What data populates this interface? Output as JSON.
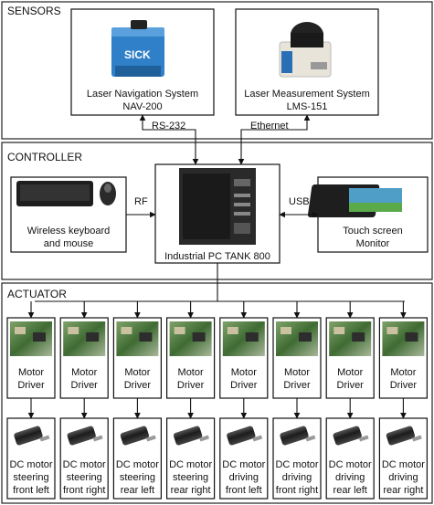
{
  "sections": {
    "sensors": "SENSORS",
    "controller": "CONTROLLER",
    "actuator": "ACTUATOR"
  },
  "sensors": {
    "nav": {
      "line1": "Laser Navigation System",
      "line2": "NAV-200",
      "brand": "SICK"
    },
    "lms": {
      "line1": "Laser Measurement System",
      "line2": "LMS-151"
    }
  },
  "links": {
    "rs232": "RS-232",
    "ethernet": "Ethernet",
    "rf": "RF",
    "usb": "USB"
  },
  "controller": {
    "keyboard": {
      "line1": "Wireless keyboard",
      "line2": "and mouse"
    },
    "pc": {
      "label": "Industrial PC TANK 800"
    },
    "touch": {
      "line1": "Touch screen",
      "line2": "Monitor"
    }
  },
  "actuator": {
    "drivers": [
      {
        "line1": "Motor",
        "line2": "Driver"
      },
      {
        "line1": "Motor",
        "line2": "Driver"
      },
      {
        "line1": "Motor",
        "line2": "Driver"
      },
      {
        "line1": "Motor",
        "line2": "Driver"
      },
      {
        "line1": "Motor",
        "line2": "Driver"
      },
      {
        "line1": "Motor",
        "line2": "Driver"
      },
      {
        "line1": "Motor",
        "line2": "Driver"
      },
      {
        "line1": "Motor",
        "line2": "Driver"
      }
    ],
    "motors": [
      {
        "line1": "DC motor",
        "line2": "steering",
        "line3": "front left"
      },
      {
        "line1": "DC motor",
        "line2": "steering",
        "line3": "front right"
      },
      {
        "line1": "DC motor",
        "line2": "steering",
        "line3": "rear left"
      },
      {
        "line1": "DC motor",
        "line2": "steering",
        "line3": "rear right"
      },
      {
        "line1": "DC motor",
        "line2": "driving",
        "line3": "front left"
      },
      {
        "line1": "DC motor",
        "line2": "driving",
        "line3": "front right"
      },
      {
        "line1": "DC motor",
        "line2": "driving",
        "line3": "rear left"
      },
      {
        "line1": "DC motor",
        "line2": "driving",
        "line3": "rear right"
      }
    ]
  },
  "colors": {
    "nav_sensor": "#2f7fc9",
    "lms_sensor": "#e8e4da",
    "pc_body": "#2a2a2a",
    "board_green": "#4c7a3a"
  }
}
